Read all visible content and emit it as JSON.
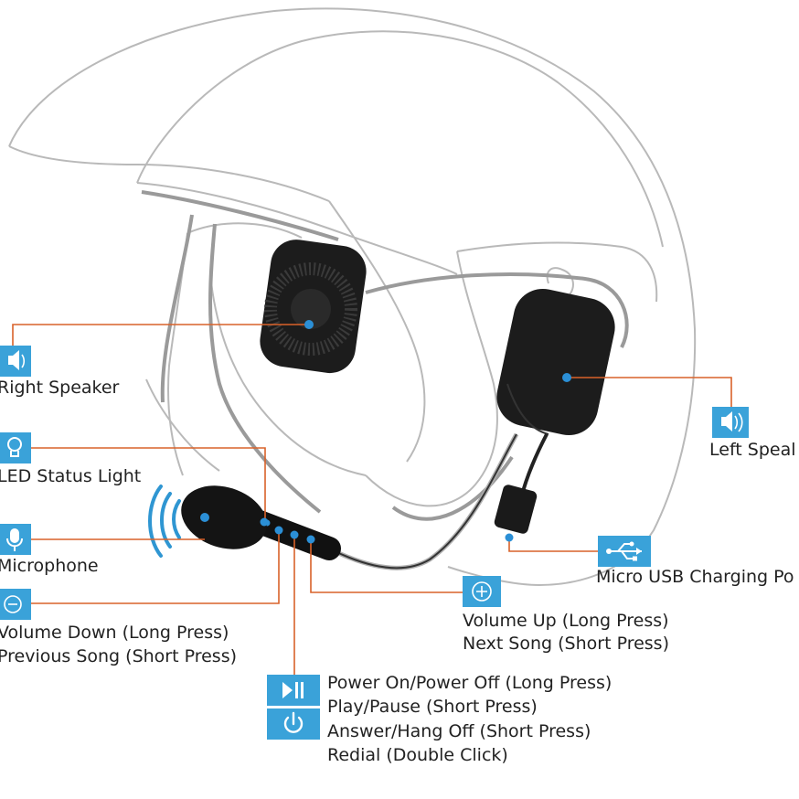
{
  "labels": {
    "right_speaker": "Right Speaker",
    "left_speaker": "Left Speal",
    "led_status_light": "LED Status Light",
    "microphone": "Microphone",
    "volume_down": [
      "Volume Down (Long Press)",
      "Previous Song (Short Press)"
    ],
    "volume_up": [
      "Volume Up (Long Press)",
      "Next Song (Short Press)"
    ],
    "micro_usb": "Micro USB Charging Po",
    "power": [
      "Power On/Power Off (Long Press)",
      "Play/Pause (Short Press)",
      "Answer/Hang Off (Short Press)",
      "Redial (Double Click)"
    ]
  },
  "colors": {
    "icon_blue": "#3aa2d9",
    "leader_orange": "#d9622a",
    "dot_blue": "#2b8fd6",
    "helmet_outline": "#b8b8b8",
    "device_black": "#1a1a1a"
  },
  "icons": {
    "speaker": "speaker-icon",
    "bulb": "light-bulb-icon",
    "mic": "microphone-icon",
    "minus": "minus-circle-icon",
    "plus": "plus-circle-icon",
    "usb": "usb-icon",
    "play_pause": "play-pause-icon",
    "power": "power-icon",
    "wifi_waves": "sound-waves-icon"
  }
}
